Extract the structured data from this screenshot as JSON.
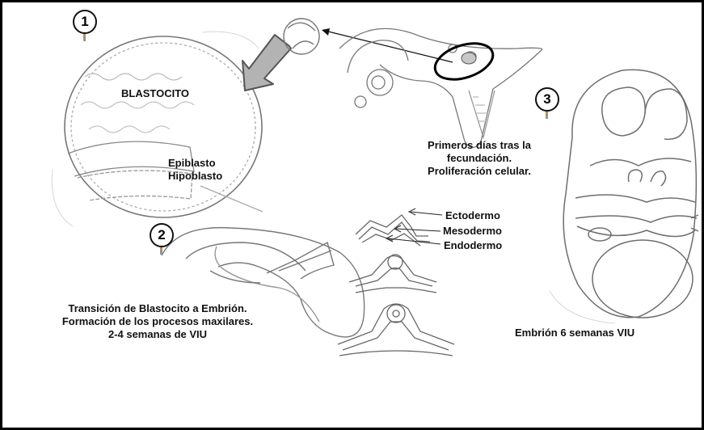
{
  "markers": {
    "m1": "1",
    "m2": "2",
    "m3": "3"
  },
  "labels": {
    "blastocito": "BLASTOCITO",
    "epiblasto": "Epiblasto",
    "hipoblasto": "Hipoblasto",
    "primeros_line1": "Primeros días tras la",
    "primeros_line2": "fecundación.",
    "primeros_line3": "Proliferación celular.",
    "ectodermo": "Ectodermo",
    "mesodermo": "Mesodermo",
    "endodermo": "Endodermo",
    "transicion_line1": "Transición de Blastocito a Embrión.",
    "transicion_line2": "Formación de los procesos maxilares.",
    "transicion_line3": "2-4 semanas de VIU",
    "embrion": "Embrión 6 semanas VIU"
  },
  "colors": {
    "arrow_fill": "#b3b3b3",
    "ink": "#333333",
    "frame": "#000000"
  }
}
